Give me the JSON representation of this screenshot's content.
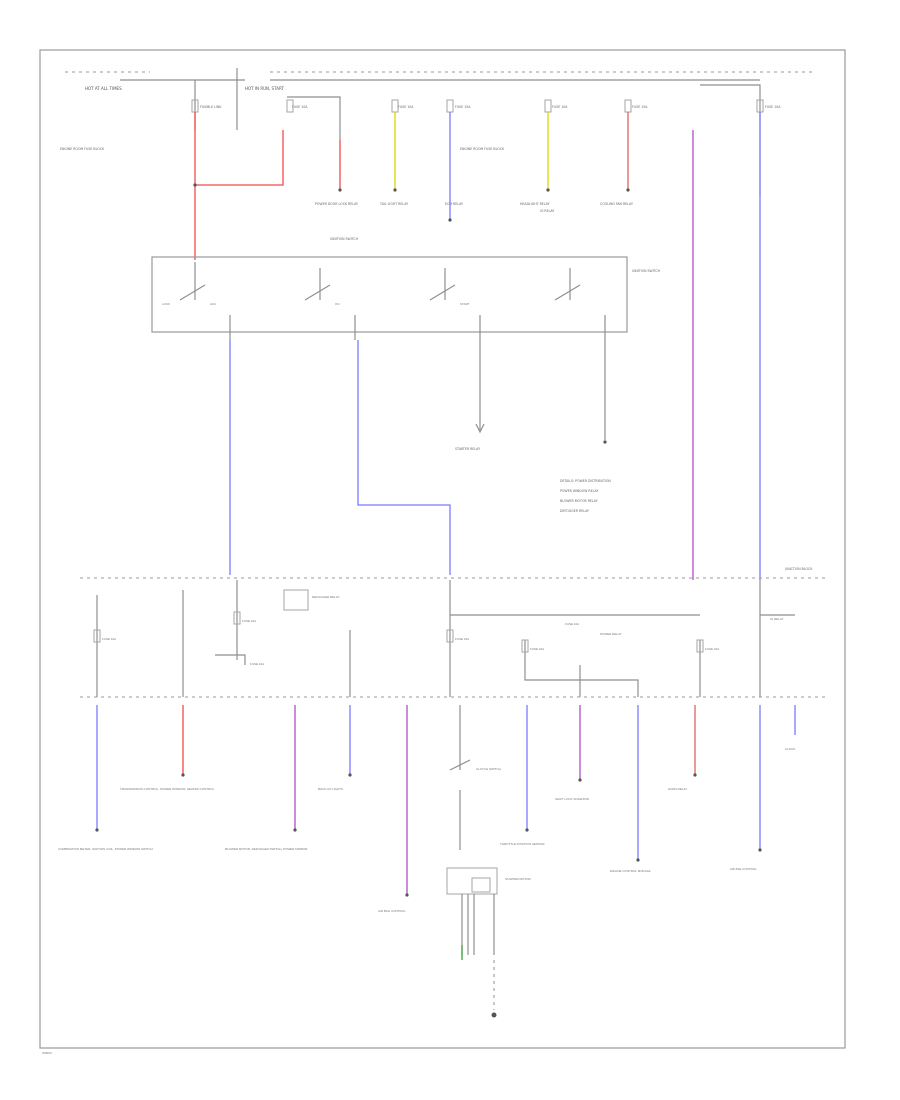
{
  "diagram": {
    "footer_code": "W0000",
    "colors": {
      "frame": "#9a9a9a",
      "wire_gray": "#8f8f8f",
      "red": "#f04a4a",
      "blue": "#7b7bff",
      "yellow": "#d8d800",
      "purple": "#b04fc8",
      "pink": "#e06060",
      "green": "#3ca13c"
    },
    "top_labels": {
      "bus_left": "HOT AT ALL TIMES",
      "bus_center": "HOT IN RUN, START",
      "fuse1": "FUSIBLE LINK",
      "fuse2": "FUSE 10A",
      "fuse3": "FUSE 10A",
      "fuse4": "FUSE 15A",
      "fuse5": "FUSE 10A",
      "fuse6": "FUSE 15A",
      "fuse7": "FUSE 10A",
      "engine_room_block_left": "ENGINE ROOM FUSE BLOCK",
      "engine_room_block_center": "ENGINE ROOM FUSE BLOCK",
      "dest1": "POWER DOOR LOCK RELAY",
      "dest2": "TAIL LIGHT RELAY",
      "dest3": "ECM RELAY",
      "dest4": "HEADLIGHT RELAY",
      "dest5": "IG RELAY",
      "dest6": "COOLING FAN RELAY"
    },
    "ignition": {
      "title": "IGNITION SWITCH",
      "sub1": "LOCK",
      "sub2": "ACC",
      "sub3": "ON",
      "sub4": "START",
      "box_label": "IGNITION SWITCH",
      "dest_start": "STARTER RELAY",
      "dest_acc": "DETAILS: POWER DISTRIBUTION",
      "dest_right1": "POWER WINDOW RELAY",
      "dest_right2": "BLOWER MOTOR RELAY",
      "dest_right3": "DEFOGGER RELAY"
    },
    "mid_labels": {
      "junction_block": "JUNCTION BLOCK",
      "fuse_a": "FUSE 10A",
      "fuse_b": "FUSE 10A",
      "fuse_c": "FUSE 15A",
      "fuse_d": "FUSE 10A",
      "fuse_e": "FUSE 10A",
      "fuse_f": "FUSE 10A",
      "relay": "DEFOGGER RELAY",
      "relay2": "POWER RELAY",
      "fuse_g": "FUSE 10A",
      "ign_relay": "IG RELAY"
    },
    "bottom_labels": {
      "b1": "COMBINATION METER, IGNITION COIL, POWER WINDOW SWITCH",
      "b2": "TRANSMISSION CONTROL, POWER WINDOW, HEATER CONTROL",
      "b3": "BLOWER MOTOR, DEFOGGER SWITCH, POWER MIRROR",
      "b4": "BACK-UP LIGHTS",
      "b5": "AIR BAG CONTROL",
      "b6": "CLUTCH SWITCH",
      "b7": "THROTTLE POSITION SENSOR",
      "b8": "SHIFT LOCK SOLENOID",
      "b9": "HORN RELAY",
      "b10": "ENGINE CONTROL MODULE",
      "b11": "CLOCK",
      "b12": "STARTER MOTOR",
      "b13": "CRUISE CONTROL"
    }
  }
}
